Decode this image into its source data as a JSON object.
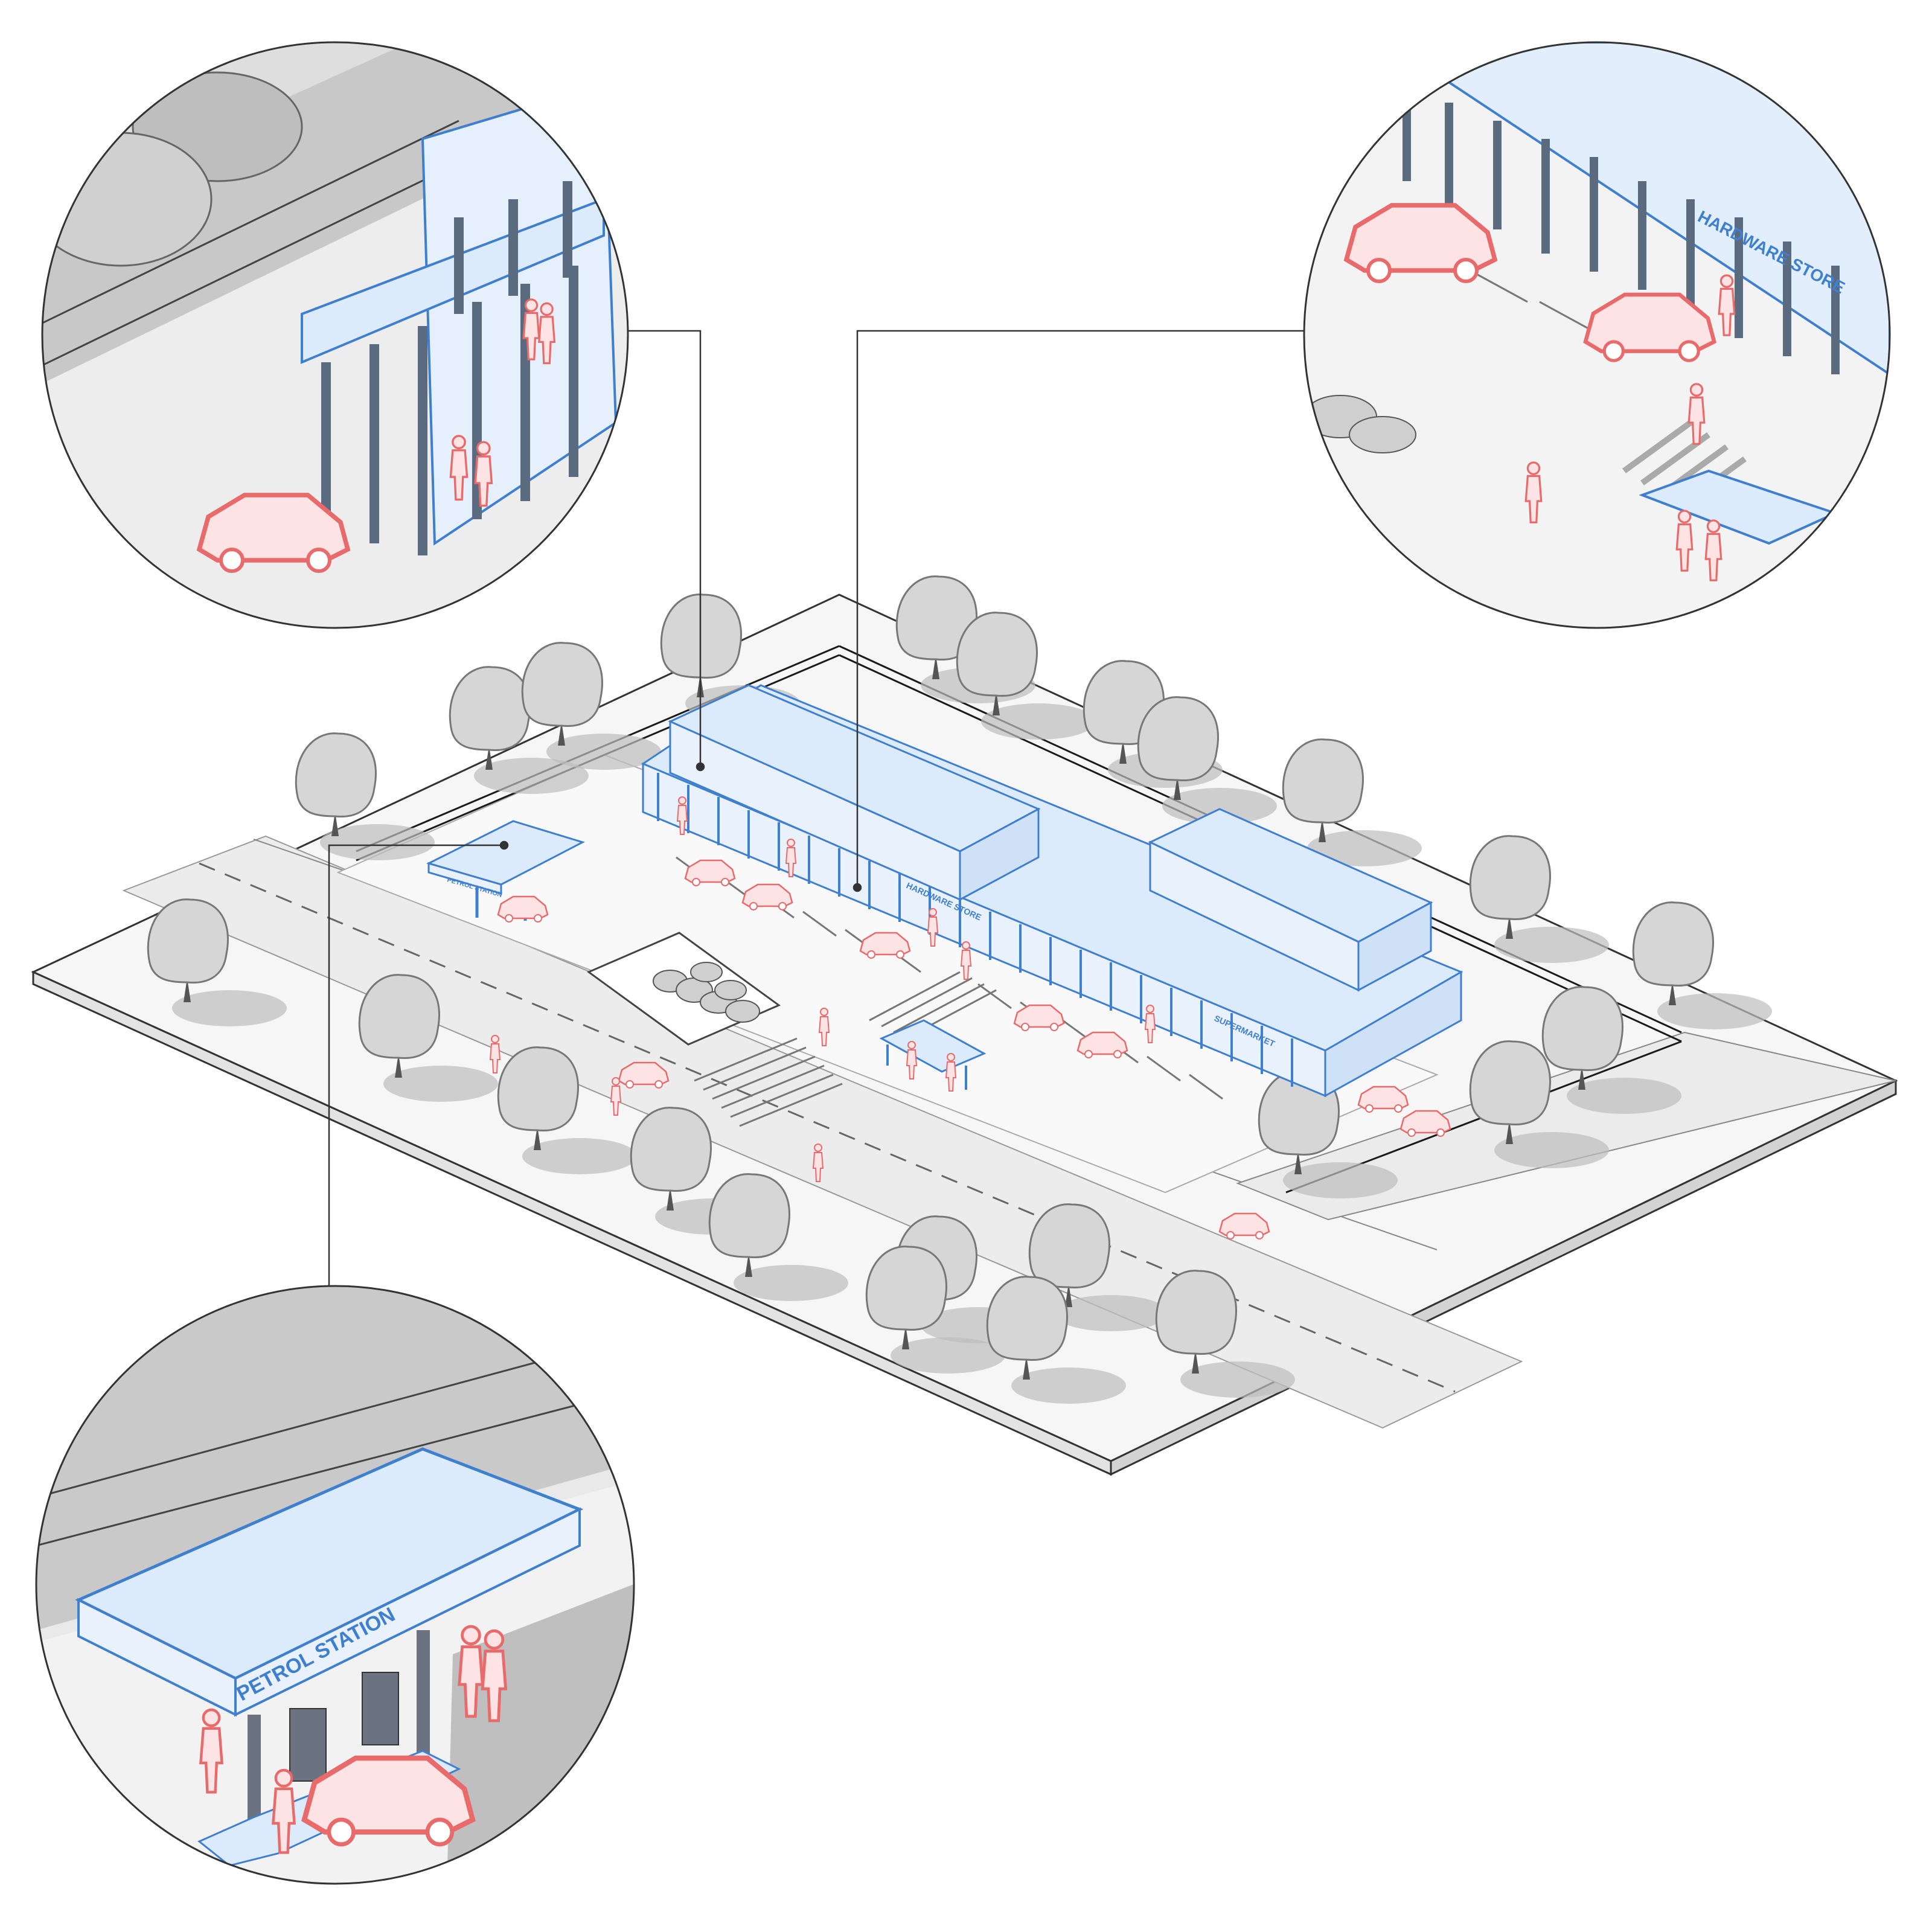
{
  "signs": {
    "petrol_station": "PETROL STATION",
    "hardware_store": "HARDWARE STORE",
    "supermarket": "SUPERMARKET"
  },
  "colors": {
    "background": "#ffffff",
    "site_plane": "#f3f3f3",
    "building_fill": "#dcebfb",
    "building_stroke": "#3f7fd0",
    "tree_fill": "#d6d6d6",
    "tree_shadow": "#bdbdbd",
    "people_and_cars": "#e86a6a",
    "car_fill": "#fde3e3",
    "fence": "#1a1a1a"
  },
  "icons": {
    "trees": "tree-icon",
    "cars": "car-icon",
    "people": "person-icon",
    "fuel_pumps": "fuel-pump-icon",
    "bicycle": "bicycle-icon"
  }
}
